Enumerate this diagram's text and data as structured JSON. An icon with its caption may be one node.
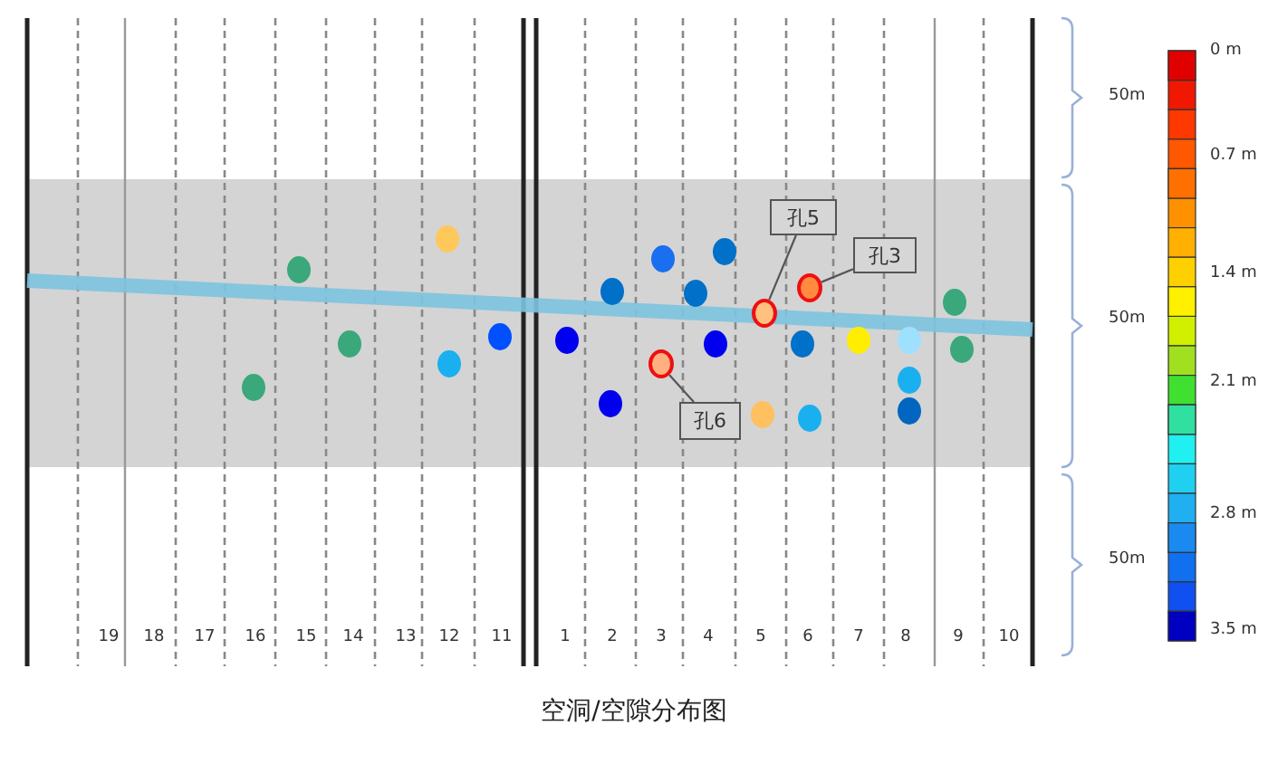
{
  "diagram": {
    "caption": "空洞/空隙分布图",
    "nodes": [
      {
        "text": [
          "孔5"
        ]
      },
      {
        "text": [
          "孔3"
        ]
      },
      {
        "text": [
          "孔6"
        ]
      },
      {
        "text": [],
        "shape": "circle"
      },
      {
        "text": [],
        "shape": "circle"
      },
      {
        "text": [],
        "shape": "circle"
      }
    ],
    "edges": [
      {
        "from": 0,
        "to": 3,
        "arrow": "none"
      },
      {
        "from": 1,
        "to": 4,
        "arrow": "none"
      },
      {
        "from": 2,
        "to": 5,
        "arrow": "none"
      }
    ],
    "labels": [
      "50m",
      "19",
      "18",
      "17",
      "16",
      "15",
      "14",
      "13",
      "12",
      "11",
      "1",
      "2",
      "3",
      "4",
      "5",
      "6",
      "7",
      "8",
      "9",
      "10",
      "50m",
      "50m"
    ],
    "legend": [
      {
        "text": "0 m",
        "color": "#e00000"
      },
      {
        "text": "0.7 m",
        "color": "#ff7000"
      },
      {
        "text": "1.4 m",
        "color": "#fff000"
      },
      {
        "text": "2.1 m",
        "color": "#30e0a0"
      },
      {
        "text": "2.8 m",
        "color": "#1a8af0"
      },
      {
        "text": "3.5 m",
        "color": "#0000c0"
      }
    ]
  }
}
